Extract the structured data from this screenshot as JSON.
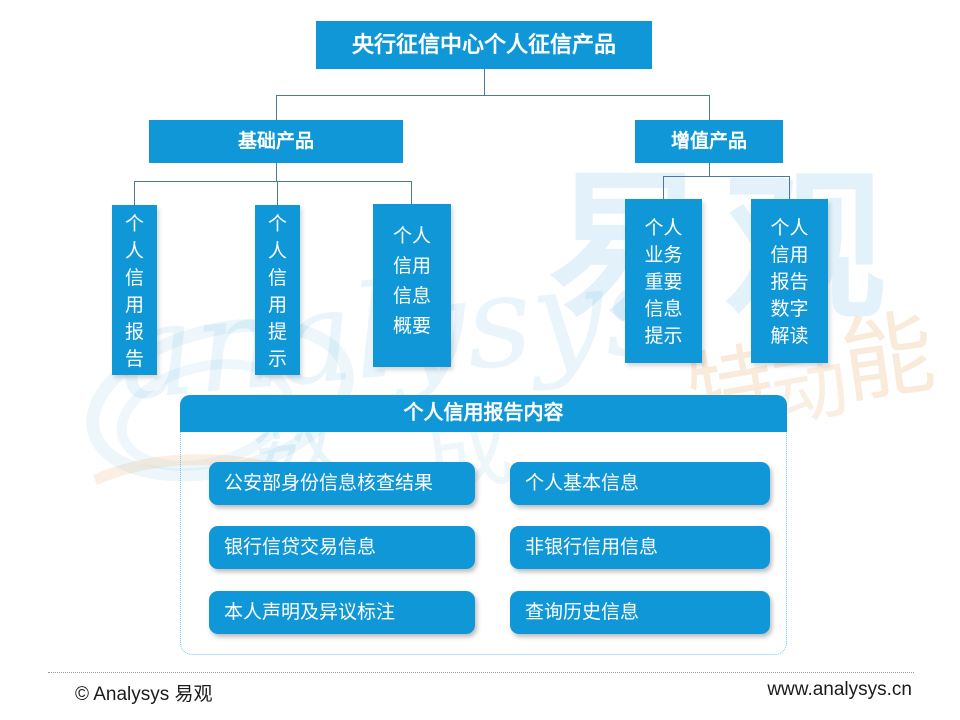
{
  "product_tree": {
    "root_label": "央行征信中心个人征信产品",
    "branches": [
      {
        "label": "基础产品",
        "children": [
          {
            "label": "个人信用报告",
            "lines": [
              "个",
              "人",
              "信",
              "用",
              "报",
              "告"
            ]
          },
          {
            "label": "个人信用提示",
            "lines": [
              "个",
              "人",
              "信",
              "用",
              "提",
              "示"
            ]
          },
          {
            "label": "个人信用信息概要",
            "lines": [
              "个人",
              "信用",
              "信息",
              "概要"
            ]
          }
        ]
      },
      {
        "label": "增值产品",
        "children": [
          {
            "label": "个人业务重要信息提示",
            "lines": [
              "个人",
              "业务",
              "重要",
              "信息",
              "提示"
            ]
          },
          {
            "label": "个人信用报告数字解读",
            "lines": [
              "个人",
              "信用",
              "报告",
              "数字",
              "解读"
            ]
          }
        ]
      }
    ]
  },
  "report_panel": {
    "title": "个人信用报告内容",
    "rows": [
      {
        "left": "公安部身份信息核查结果",
        "right": "个人基本信息"
      },
      {
        "left": "银行信贷交易信息",
        "right": "非银行信用信息"
      },
      {
        "left": "本人声明及异议标注",
        "right": "查询历史信息"
      }
    ]
  },
  "footer": {
    "copyright": "© Analysys 易观",
    "website": "www.analysys.cn"
  },
  "watermark": {
    "script_text": "analysys",
    "brand_text": "易观",
    "char_shu": "数",
    "char_cheng": "成",
    "char_te": "特",
    "char_dong": "动",
    "char_neng": "能"
  },
  "colors": {
    "primary_blue": "#0f97d7",
    "connector": "#4f76a3",
    "panel_border": "#6fc4ee",
    "footer_text": "#1b1b1b",
    "watermark_blue": "rgba(23,148,210,0.10)",
    "watermark_orange": "rgba(226,150,70,0.18)"
  }
}
